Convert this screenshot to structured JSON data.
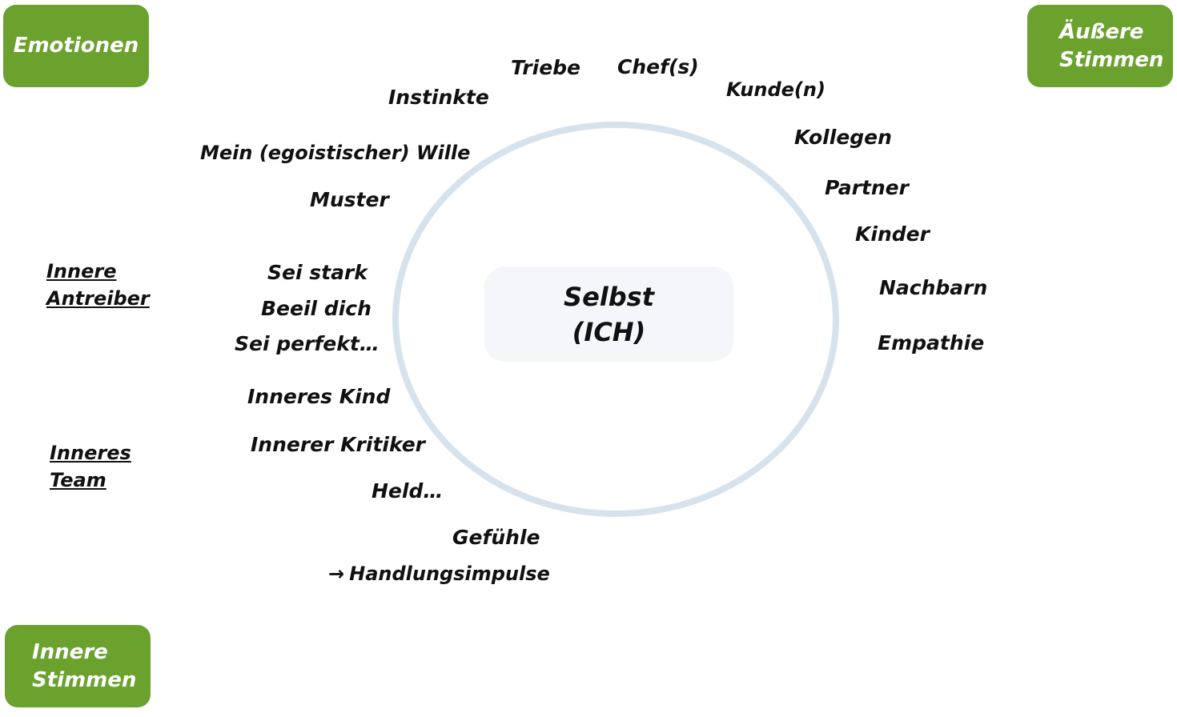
{
  "colors": {
    "accent_green": "#6ba22e",
    "ring": "#d6e2ec",
    "center_fill": "#f4f6fa"
  },
  "corners": {
    "emotionen": "Emotionen",
    "aeussere_line1": "Äußere",
    "aeussere_line2": "Stimmen",
    "innere_line1": "Innere",
    "innere_line2": "Stimmen"
  },
  "center": {
    "line1": "Selbst",
    "line2": "(ICH)"
  },
  "left_headings": {
    "antreiber_line1": "Innere",
    "antreiber_line2": "Antreiber",
    "team_line1": "Inneres",
    "team_line2": "Team"
  },
  "emotions": {
    "triebe": "Triebe",
    "instinkte": "Instinkte",
    "wille": "Mein (egoistischer) Wille",
    "muster": "Muster"
  },
  "external": {
    "chefs": "Chef(s)",
    "kunden": "Kunde(n)",
    "kollegen": "Kollegen",
    "partner": "Partner",
    "kinder": "Kinder",
    "nachbarn": "Nachbarn",
    "empathie": "Empathie"
  },
  "drivers": {
    "sei_stark": "Sei stark",
    "beeil_dich": "Beeil dich",
    "sei_perfekt": "Sei perfekt…"
  },
  "team": {
    "inneres_kind": "Inneres Kind",
    "innerer_kritiker": "Innerer Kritiker",
    "held": "Held…",
    "gefuehle": "Gefühle",
    "arrow_glyph": "→",
    "handlungsimpulse": "Handlungsimpulse"
  }
}
